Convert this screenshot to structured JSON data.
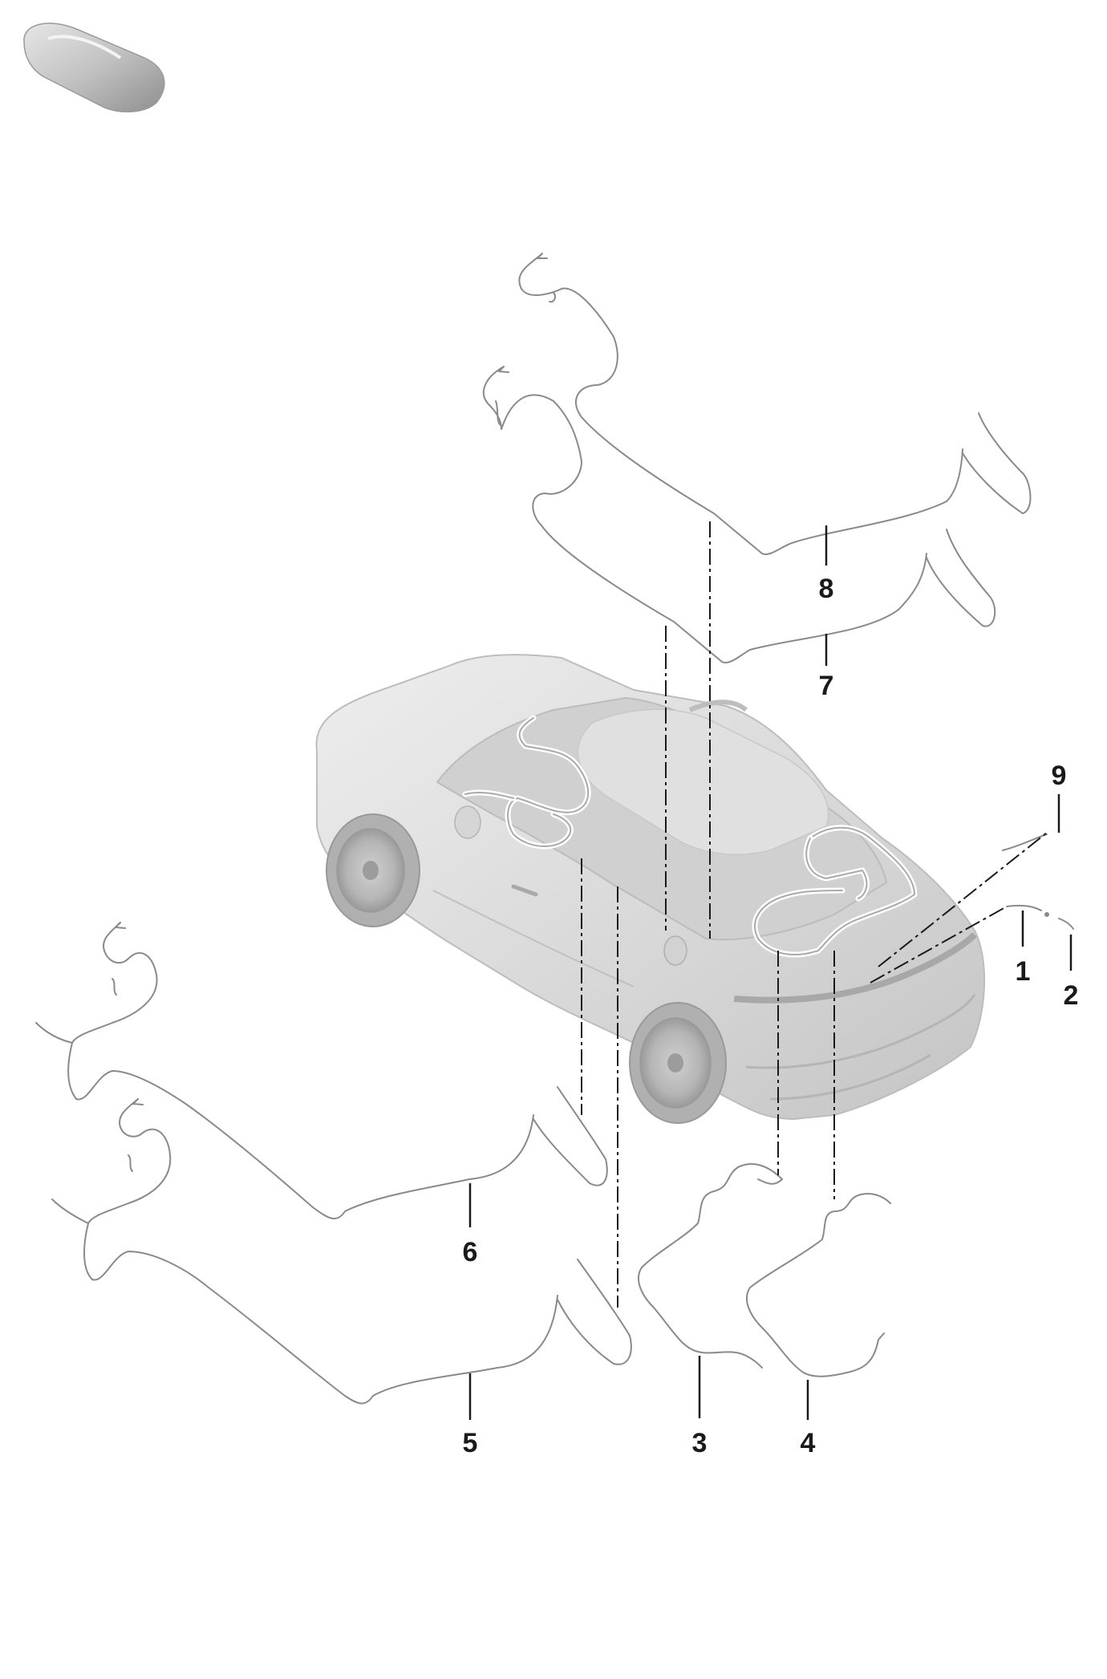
{
  "thumbnail": {
    "icon": "car-silhouette-icon"
  },
  "vehicle": {
    "icon": "suv-rear-three-quarter-view"
  },
  "callouts": [
    {
      "id": "c1",
      "label": "1"
    },
    {
      "id": "c2",
      "label": "2"
    },
    {
      "id": "c3",
      "label": "3"
    },
    {
      "id": "c4",
      "label": "4"
    },
    {
      "id": "c5",
      "label": "5"
    },
    {
      "id": "c6",
      "label": "6"
    },
    {
      "id": "c7",
      "label": "7"
    },
    {
      "id": "c8",
      "label": "8"
    },
    {
      "id": "c9",
      "label": "9"
    }
  ],
  "colors": {
    "car_body": "#d9d9d9",
    "wire": "#8a8a8a",
    "callout_text": "#1a1a1a",
    "background": "#ffffff"
  }
}
